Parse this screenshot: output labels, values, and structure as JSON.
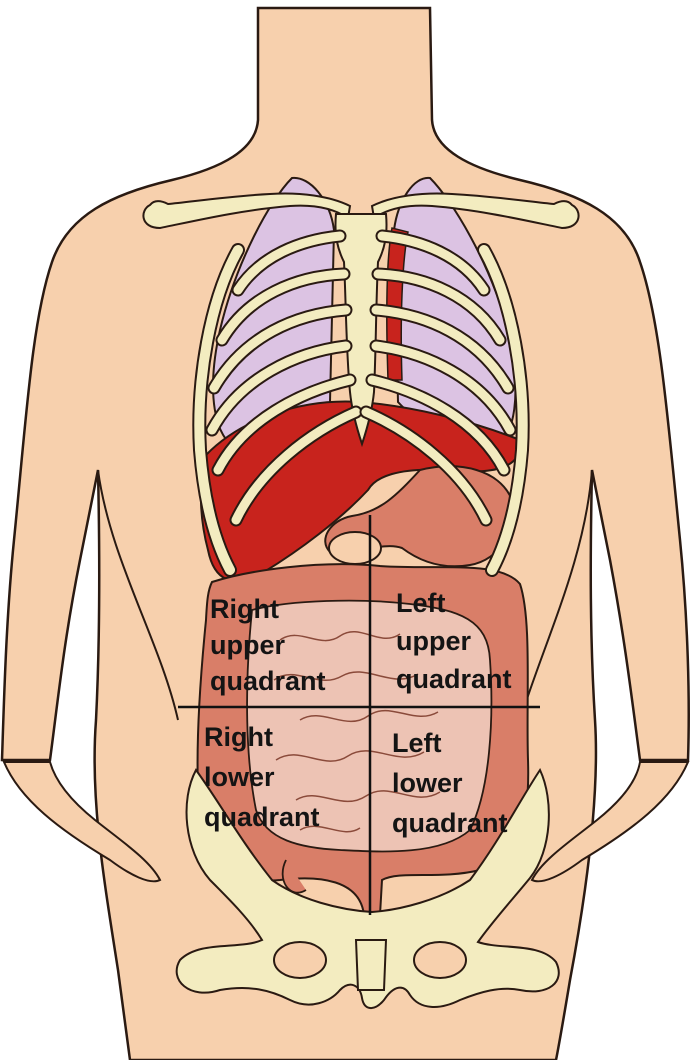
{
  "quadrants": {
    "right_upper": [
      "Right",
      "upper",
      "quadrant"
    ],
    "left_upper": [
      "Left",
      "upper",
      "quadrant"
    ],
    "right_lower": [
      "Right",
      "lower",
      "quadrant"
    ],
    "left_lower": [
      "Left",
      "lower",
      "quadrant"
    ]
  },
  "colors": {
    "skin": "#f7d0ad",
    "outline": "#2a1a12",
    "bone": "#f3ecc0",
    "lung": "#dcc3e3",
    "liver": "#c8231d",
    "intestine": "#d97e68",
    "small_intestine": "#edc3b4",
    "divider": "#111111"
  }
}
